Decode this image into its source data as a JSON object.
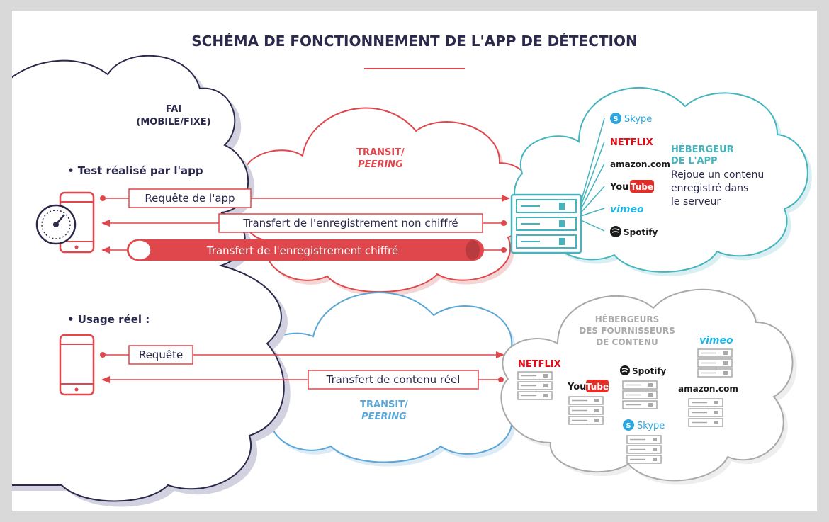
{
  "title": "SCHÉMA DE FONCTIONNEMENT DE L'APP DE DÉTECTION",
  "isp": {
    "line1": "FAI",
    "line2": "(MOBILE/FIXE)"
  },
  "test_section": {
    "heading": "• Test réalisé par l'app"
  },
  "real_section": {
    "heading": "• Usage réel :"
  },
  "transit_top": {
    "line1": "TRANSIT/",
    "line2": "PEERING"
  },
  "transit_bottom": {
    "line1": "TRANSIT/",
    "line2": "PEERING"
  },
  "app_host": {
    "title1": "HÉBERGEUR",
    "title2": "DE L'APP",
    "desc1": "Rejoue un contenu",
    "desc2": "enregistré dans",
    "desc3": "le serveur"
  },
  "content_hosts": {
    "line1": "HÉBERGEURS",
    "line2": "DES FOURNISSEURS",
    "line3": "DE CONTENU"
  },
  "arrows": {
    "app_request": "Requête de l'app",
    "unencrypted": "Transfert de l'enregistrement non chiffré",
    "encrypted": "Transfert de l'enregistrement chiffré",
    "request": "Requête",
    "real_transfer": "Transfert de contenu réel"
  },
  "logos": {
    "skype": "Skype",
    "netflix": "NETFLIX",
    "amazon": "amazon.com",
    "youtube_you": "You",
    "youtube_tube": "Tube",
    "vimeo": "vimeo",
    "spotify": "Spotify"
  },
  "colors": {
    "navy": "#2b2a4c",
    "red": "#e0474c",
    "teal": "#45b4bd",
    "blue": "#5aa6d6",
    "gray": "#a9a9a9"
  }
}
